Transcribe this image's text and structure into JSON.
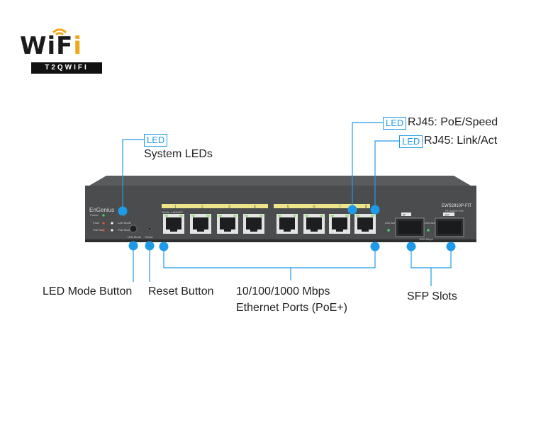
{
  "logo": {
    "word_left": "WiF",
    "word_accent": "i",
    "sub": "T2QWIFI"
  },
  "device": {
    "brand": "EnGenius",
    "model": "EWS2910P-FIT",
    "model_sub": "Fit Switch PoE",
    "sys_leds": [
      "Power",
      "Fault",
      "PoE Max"
    ],
    "led_mode_text": "LED Mode",
    "led_mode_opts": [
      "LAN Mode",
      "PoE Mode"
    ],
    "mode_caption": "Mode: LAN/ACT",
    "port_numbers": [
      "1",
      "2",
      "3",
      "4",
      "5",
      "6",
      "7",
      "8"
    ],
    "sfp_numbers": [
      "9F",
      "10F"
    ],
    "sfp_caption": "1000 Mbps",
    "link_act": "Link Act",
    "reset": "Reset",
    "led_mode_btn": "LED Mode"
  },
  "callouts": {
    "tag": "LED",
    "system_leds": "System LEDs",
    "poe_speed": "RJ45: PoE/Speed",
    "link_act": "RJ45: Link/Act",
    "led_mode_button": "LED Mode Button",
    "reset_button": "Reset Button",
    "ports_line1": "10/100/1000 Mbps",
    "ports_line2": "Ethernet Ports (PoE+)",
    "sfp_slots": "SFP Slots"
  },
  "colors": {
    "accent": "#1e9be8",
    "logo_accent": "#f0a81c",
    "body": "#4a4b4c"
  }
}
